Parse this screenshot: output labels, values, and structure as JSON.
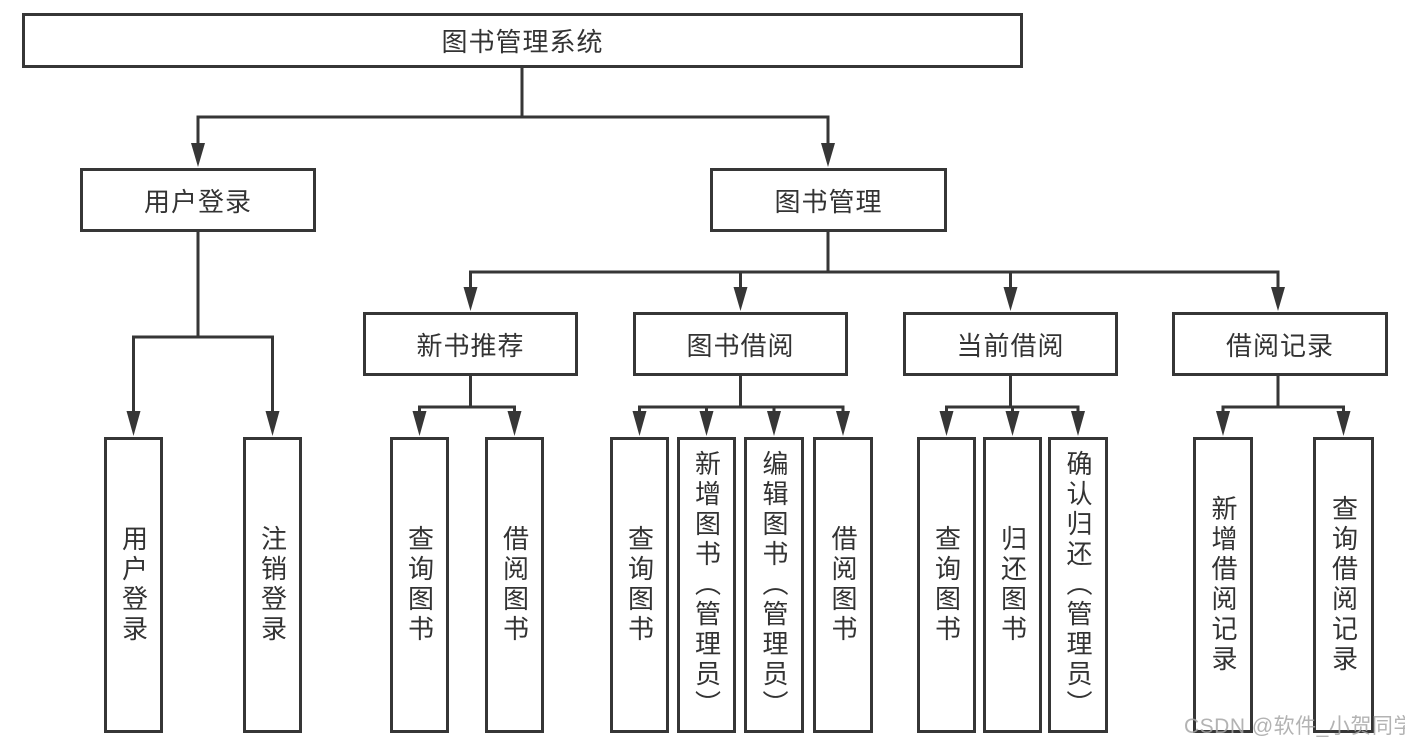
{
  "tree": {
    "root": "图书管理系统",
    "branches": [
      {
        "label": "用户登录",
        "leaves": [
          "用户登录",
          "注销登录"
        ]
      },
      {
        "label": "图书管理",
        "sections": [
          {
            "label": "新书推荐",
            "leaves": [
              "查询图书",
              "借阅图书"
            ]
          },
          {
            "label": "图书借阅",
            "leaves": [
              "查询图书",
              "新增图书（管理员）",
              "编辑图书（管理员）",
              "借阅图书"
            ]
          },
          {
            "label": "当前借阅",
            "leaves": [
              "查询图书",
              "归还图书",
              "确认归还（管理员）"
            ]
          },
          {
            "label": "借阅记录",
            "leaves": [
              "新增借阅记录",
              "查询借阅记录"
            ]
          }
        ]
      }
    ]
  },
  "watermark": "CSDN @软件_小贺同学",
  "colors": {
    "line": "#363636",
    "box_border": "#363636",
    "box_background": "#ffffff",
    "text": "#333333",
    "watermark_text": "#a6a6a6"
  }
}
